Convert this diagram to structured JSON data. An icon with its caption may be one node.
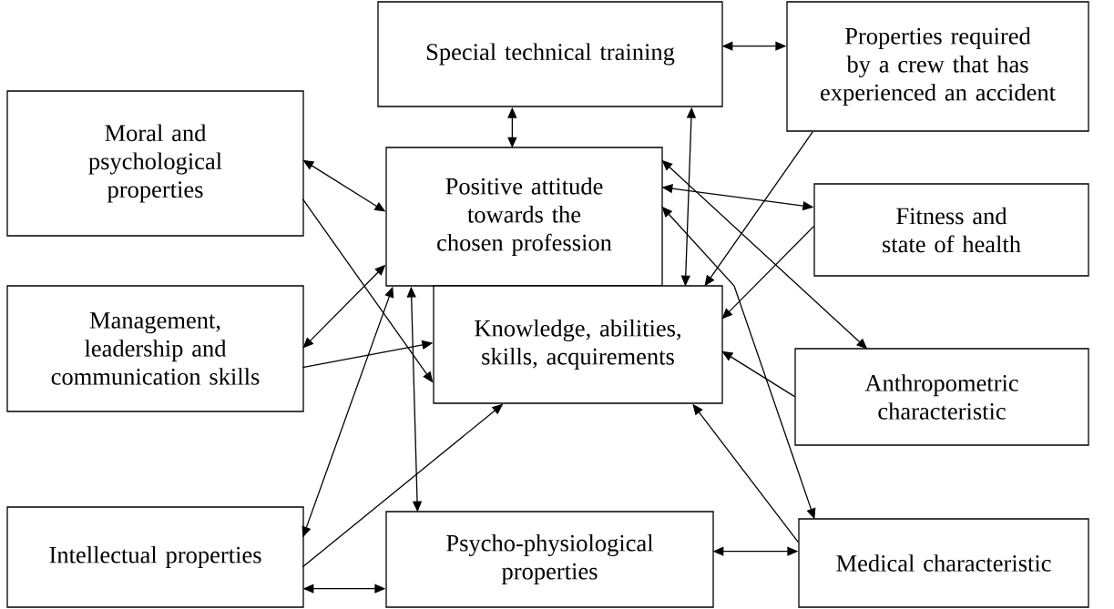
{
  "diagram": {
    "nodes": [
      {
        "text": [
          "Special technical training"
        ]
      },
      {
        "text": [
          "Properties required by a crew that has experienced an accident"
        ]
      },
      {
        "text": [
          "Moral and psychological properties"
        ]
      },
      {
        "text": [
          "Positive attitude towards the chosen profession"
        ]
      },
      {
        "text": [
          "Fitness and state of health"
        ]
      },
      {
        "text": [
          "Management, leadership and communication skills"
        ]
      },
      {
        "text": [
          "Knowledge, abilities, skills, acquirements"
        ]
      },
      {
        "text": [
          "Anthropometric characteristic"
        ]
      },
      {
        "text": [
          "Intellectual properties"
        ]
      },
      {
        "text": [
          "Psycho-physiological properties"
        ]
      },
      {
        "text": [
          "Medical characteristic"
        ]
      }
    ],
    "edges": [
      {
        "from": 0,
        "to": 1,
        "arrow": "both"
      },
      {
        "from": 0,
        "to": 3,
        "arrow": "both"
      },
      {
        "from": 0,
        "to": 6,
        "arrow": "both"
      },
      {
        "from": 2,
        "to": 3,
        "arrow": "both"
      },
      {
        "from": 2,
        "to": 6,
        "arrow": "to"
      },
      {
        "from": 3,
        "to": 5,
        "arrow": "both"
      },
      {
        "from": 5,
        "to": 6,
        "arrow": "to"
      },
      {
        "from": 3,
        "to": 8,
        "arrow": "both"
      },
      {
        "from": 3,
        "to": 9,
        "arrow": "both"
      },
      {
        "from": 8,
        "to": 6,
        "arrow": "to"
      },
      {
        "from": 8,
        "to": 9,
        "arrow": "both"
      },
      {
        "from": 1,
        "to": 6,
        "arrow": "to"
      },
      {
        "from": 3,
        "to": 4,
        "arrow": "both"
      },
      {
        "from": 4,
        "to": 6,
        "arrow": "to"
      },
      {
        "from": 3,
        "to": 7,
        "arrow": "both"
      },
      {
        "from": 7,
        "to": 6,
        "arrow": "to"
      },
      {
        "from": 3,
        "to": 10,
        "arrow": "both"
      },
      {
        "from": 10,
        "to": 6,
        "arrow": "to"
      },
      {
        "from": 9,
        "to": 10,
        "arrow": "both"
      }
    ]
  }
}
